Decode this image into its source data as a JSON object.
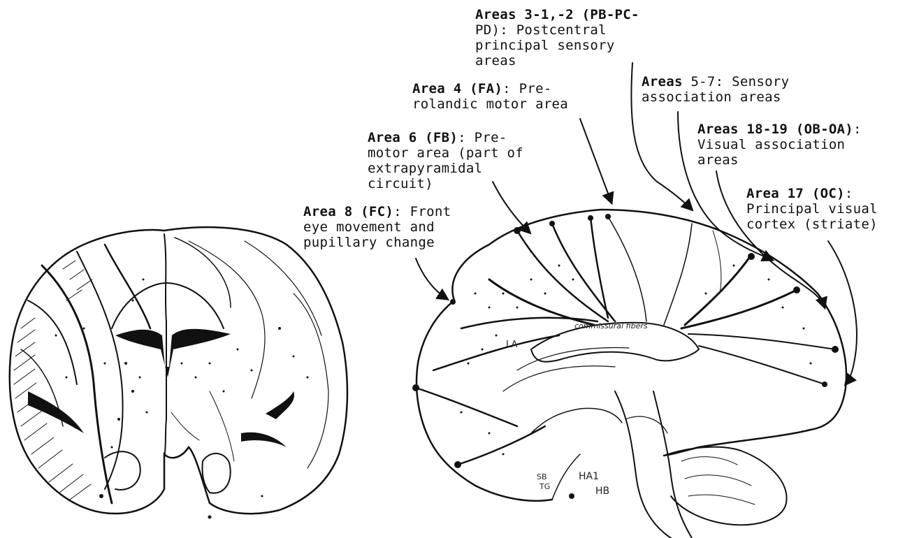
{
  "labels": {
    "area_3_1_2": {
      "bold": "Areas 3-1,-2 (PB-PC-",
      "lines": [
        "PD): Postcentral",
        "principal sensory",
        "areas"
      ]
    },
    "area_5_7": {
      "bold": "Areas",
      "rest": " 5-7: Sensory",
      "lines": [
        "association areas"
      ]
    },
    "area_4": {
      "bold": "Area 4 (FA)",
      "rest": ": Pre-",
      "lines": [
        "rolandic motor area"
      ]
    },
    "area_18_19": {
      "bold": "Areas 18-19 (OB-OA)",
      "rest": ":",
      "lines": [
        "Visual association",
        "areas"
      ]
    },
    "area_6": {
      "bold": "Area 6 (FB)",
      "rest": ": Pre-",
      "lines": [
        "motor area (part of",
        "extrapyramidal",
        "circuit)"
      ]
    },
    "area_17": {
      "bold": "Area 17 (OC)",
      "rest": ":",
      "lines": [
        "Principal visual",
        "cortex (striate)"
      ]
    },
    "area_8": {
      "bold": "Area 8 (FC)",
      "rest": ": Front",
      "lines": [
        "eye movement and",
        "pupillary change"
      ]
    }
  },
  "inner_labels": {
    "commissural": "commissural fibers",
    "la": "LA",
    "ha1": "HA1",
    "hb": "HB",
    "sb": "SB",
    "tg": "TG"
  },
  "colors": {
    "ink": "#111111",
    "paper": "#ffffff"
  }
}
